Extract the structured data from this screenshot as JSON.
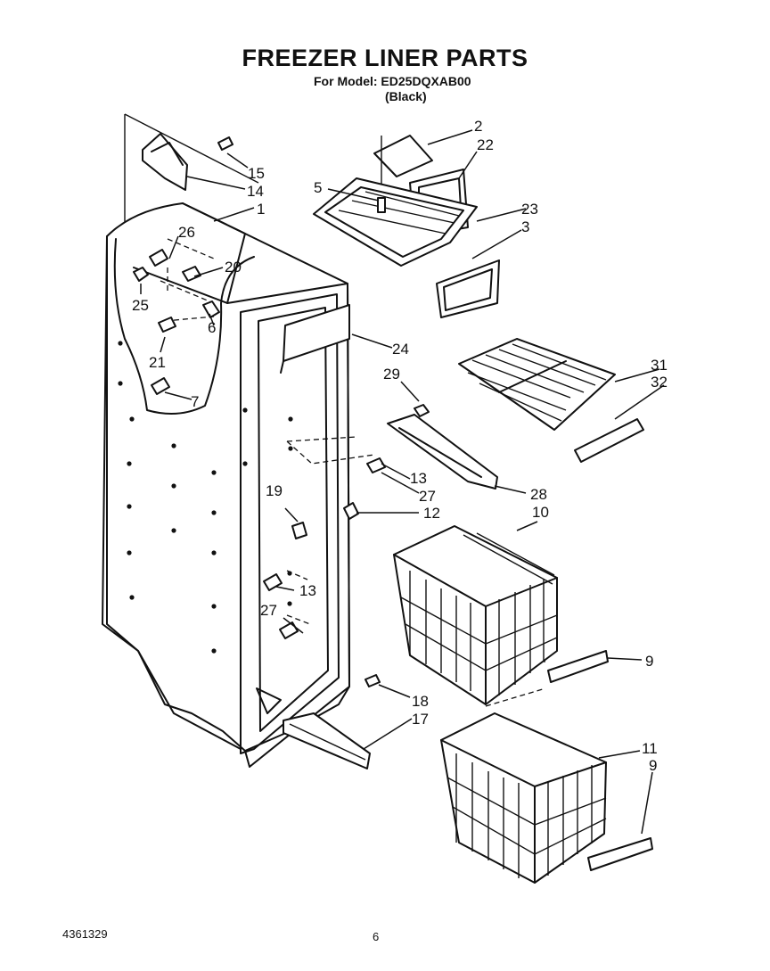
{
  "header": {
    "title": "FREEZER LINER PARTS",
    "model_line": "For Model: ED25DQXAB00",
    "color_line": "(Black)"
  },
  "footer": {
    "doc_number": "4361329",
    "page_number": "6"
  },
  "callouts": {
    "c1": "1",
    "c2": "2",
    "c3": "3",
    "c5": "5",
    "c6": "6",
    "c7": "7",
    "c9a": "9",
    "c9b": "9",
    "c10": "10",
    "c11": "11",
    "c12": "12",
    "c13a": "13",
    "c13b": "13",
    "c14": "14",
    "c15": "15",
    "c17": "17",
    "c18": "18",
    "c19": "19",
    "c20": "20",
    "c21": "21",
    "c22": "22",
    "c23": "23",
    "c24": "24",
    "c25": "25",
    "c26": "26",
    "c27a": "27",
    "c27b": "27",
    "c28": "28",
    "c29": "29",
    "c31": "31",
    "c32": "32"
  }
}
